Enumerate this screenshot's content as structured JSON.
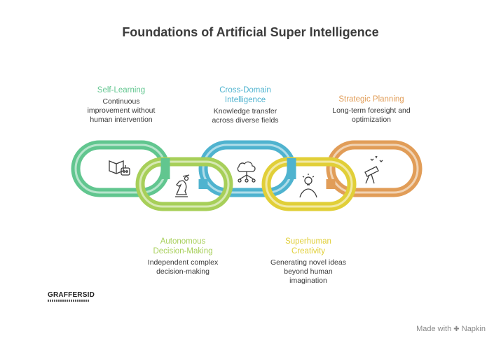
{
  "title": "Foundations of Artificial Super Intelligence",
  "colors": {
    "green": "#61c68f",
    "lime": "#a7cf59",
    "blue": "#4fb3cf",
    "yellow": "#e1cf38",
    "orange": "#e19d58"
  },
  "items": [
    {
      "heading": "Self-Learning",
      "description": "Continuous\nimprovement without\nhuman intervention",
      "icon": "book-robot-icon",
      "color": "#61c68f"
    },
    {
      "heading": "Autonomous\nDecision-Making",
      "description": "Independent complex\ndecision-making",
      "icon": "chess-knight-icon",
      "color": "#a7cf59"
    },
    {
      "heading": "Cross-Domain\nIntelligence",
      "description": "Knowledge transfer\nacross diverse fields",
      "icon": "cloud-network-icon",
      "color": "#4fb3cf"
    },
    {
      "heading": "Superhuman\nCreativity",
      "description": "Generating novel ideas\nbeyond human\nimagination",
      "icon": "lightbulb-person-icon",
      "color": "#e1cf38"
    },
    {
      "heading": "Strategic Planning",
      "description": "Long-term foresight and\noptimization",
      "icon": "telescope-icon",
      "color": "#e19d58"
    }
  ],
  "logo": {
    "text": "GRAFFERSID"
  },
  "footer": {
    "made_with": "Made with",
    "brand": "Napkin"
  }
}
